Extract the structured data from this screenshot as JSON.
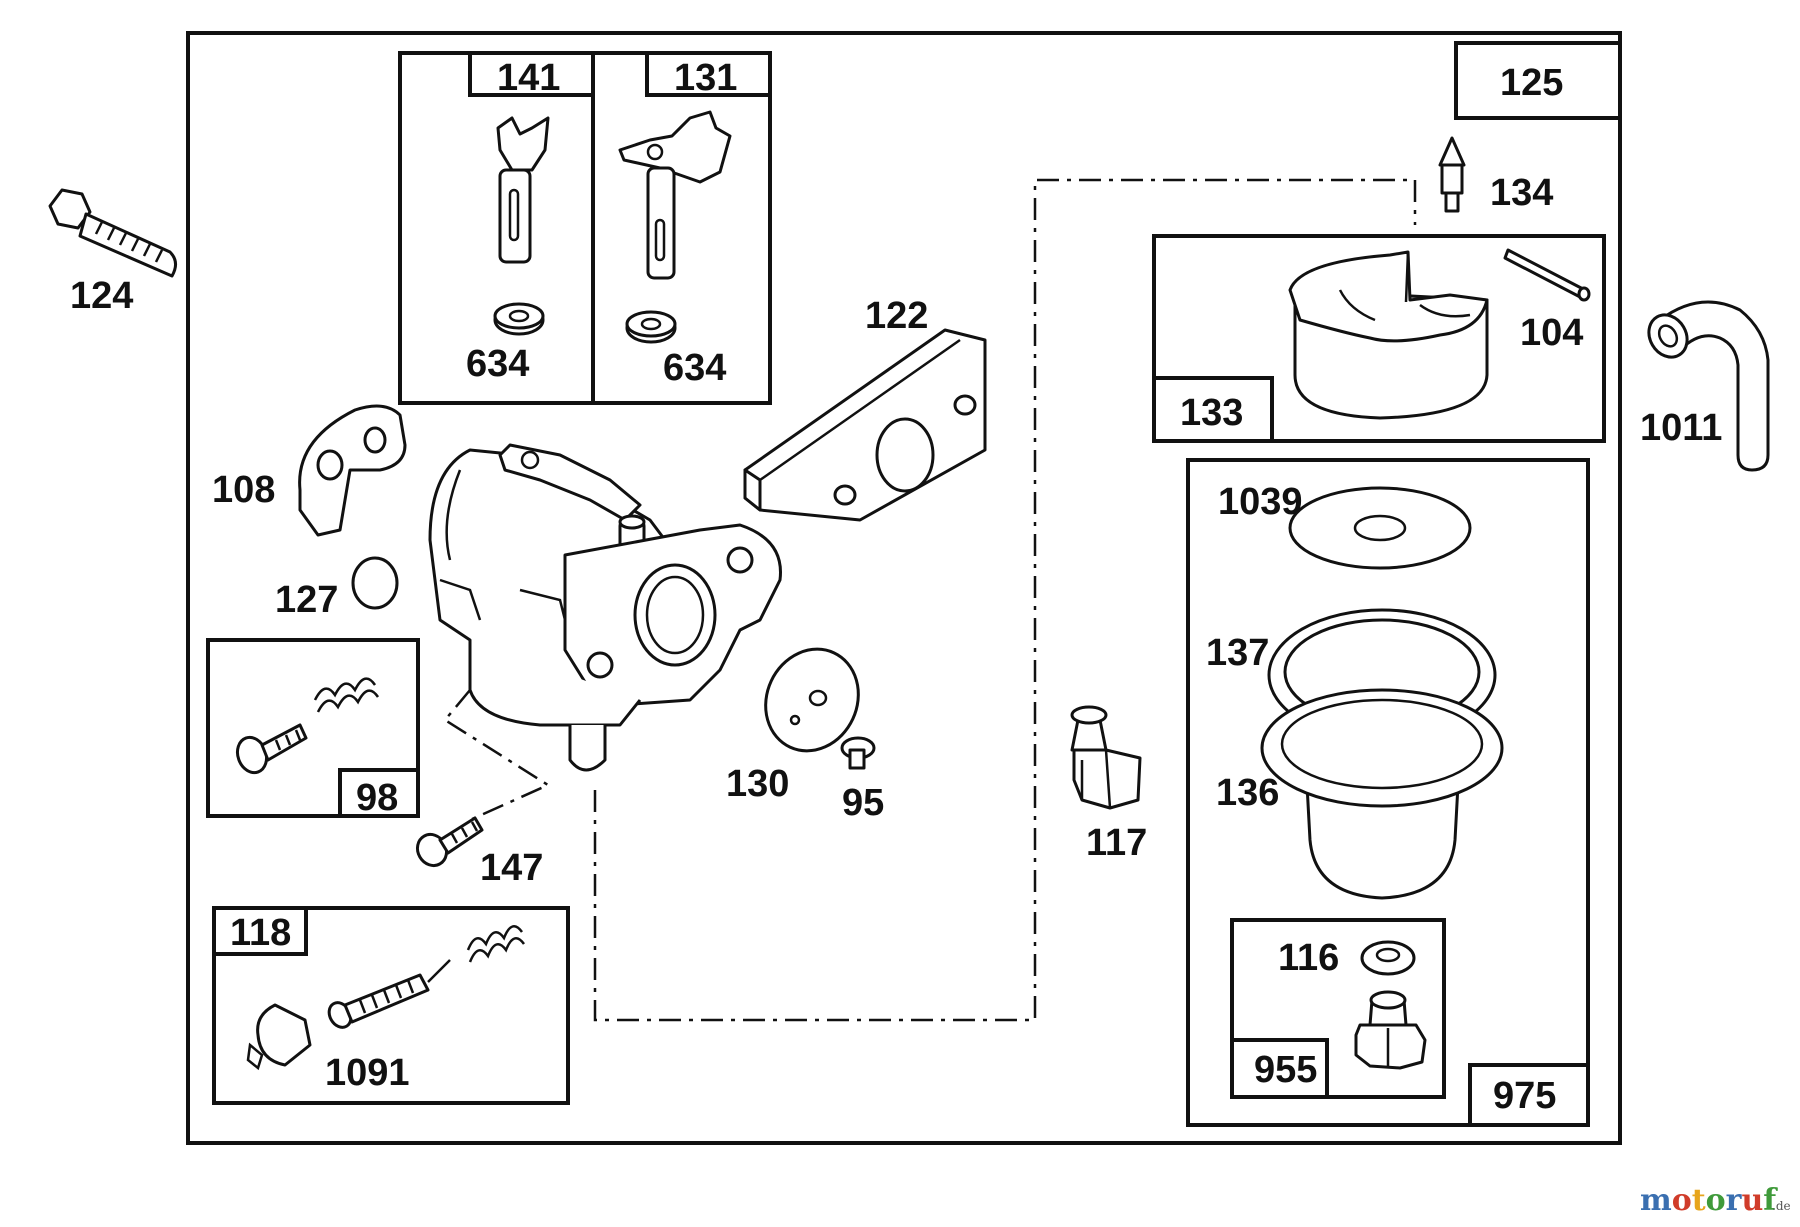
{
  "diagram": {
    "labels": {
      "l124": "124",
      "l141": "141",
      "l131": "131",
      "l634a": "634",
      "l634b": "634",
      "l125": "125",
      "l134": "134",
      "l104": "104",
      "l133": "133",
      "l1011": "1011",
      "l122": "122",
      "l108": "108",
      "l127": "127",
      "l98": "98",
      "l147": "147",
      "l130": "130",
      "l95": "95",
      "l117": "117",
      "l118": "118",
      "l1091": "1091",
      "l1039": "1039",
      "l137": "137",
      "l136": "136",
      "l116": "116",
      "l955": "955",
      "l975": "975"
    }
  },
  "watermark": {
    "letters": [
      "m",
      "o",
      "t",
      "o",
      "r",
      "u",
      "f"
    ],
    "colors": [
      "#3a6fb0",
      "#d03c2a",
      "#e7a51c",
      "#3f9a3a",
      "#3a6fb0",
      "#d03c2a",
      "#3f9a3a"
    ],
    "suffix": ".de"
  }
}
